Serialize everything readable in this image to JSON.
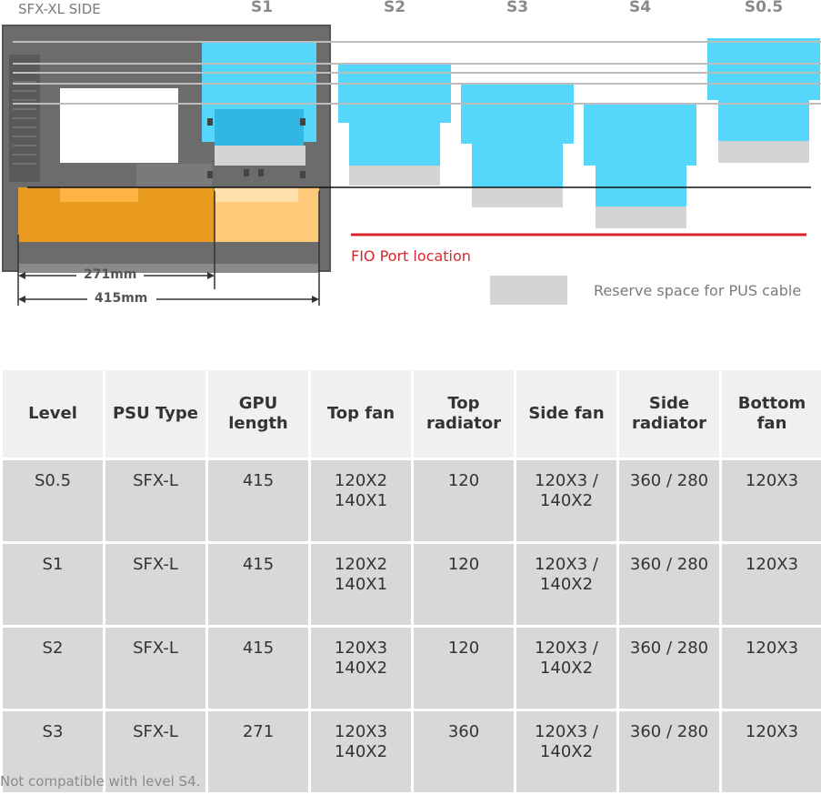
{
  "diagram": {
    "side_label": "SFX-XL SIDE",
    "levels": [
      "S1",
      "S2",
      "S3",
      "S4",
      "S0.5"
    ],
    "dim_short": "271mm",
    "dim_long": "415mm",
    "fio_label": "FIO Port location",
    "legend_text": "Reserve space for PUS cable",
    "colors": {
      "radiator_blue": "#55d6fb",
      "psu_orange": "#f5a623",
      "reserve_gray": "#d4d4d4",
      "fio_red": "#d8252b",
      "case_gray": "#6c6c6c"
    }
  },
  "table": {
    "headers": [
      "Level",
      "PSU Type",
      "GPU length",
      "Top fan",
      "Top radiator",
      "Side fan",
      "Side radiator",
      "Bottom fan"
    ],
    "rows": [
      [
        "S0.5",
        "SFX-L",
        "415",
        "120X2\n140X1",
        "120",
        "120X3 /\n140X2",
        "360 / 280",
        "120X3"
      ],
      [
        "S1",
        "SFX-L",
        "415",
        "120X2\n140X1",
        "120",
        "120X3 /\n140X2",
        "360 / 280",
        "120X3"
      ],
      [
        "S2",
        "SFX-L",
        "415",
        "120X3\n140X2",
        "120",
        "120X3 /\n140X2",
        "360 / 280",
        "120X3"
      ],
      [
        "S3",
        "SFX-L",
        "271",
        "120X3\n140X2",
        "360",
        "120X3 /\n140X2",
        "360 / 280",
        "120X3"
      ]
    ]
  },
  "note": "Not compatible with level S4."
}
